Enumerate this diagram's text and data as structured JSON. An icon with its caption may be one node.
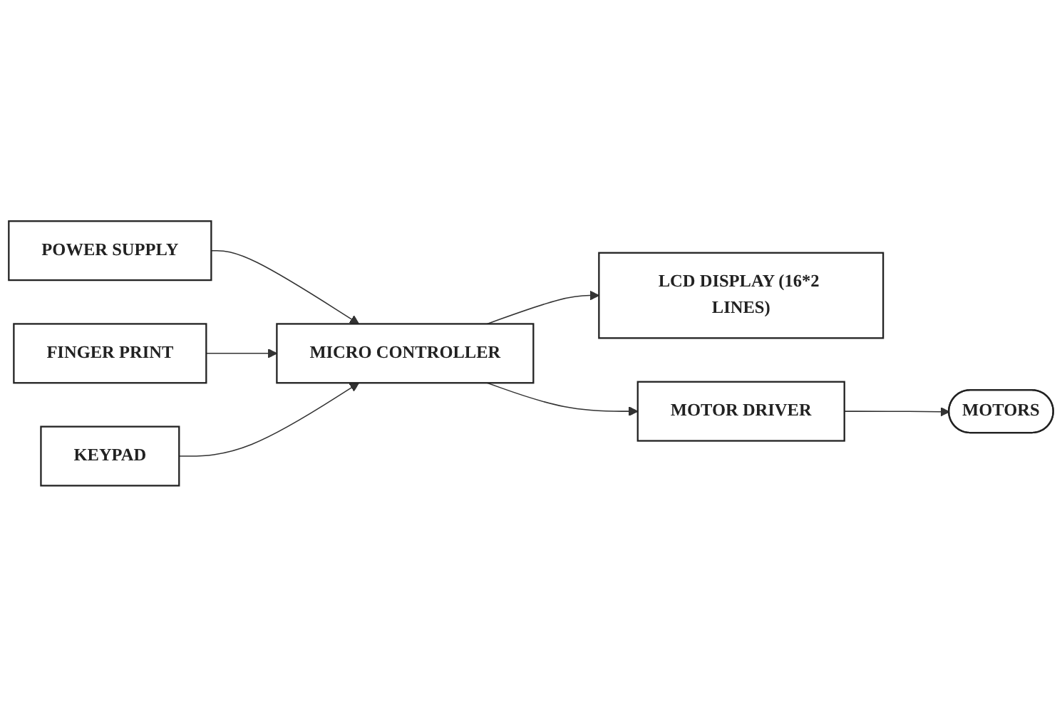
{
  "diagram": {
    "nodes": [
      {
        "text": [
          "POWER SUPPLY"
        ]
      },
      {
        "text": [
          "FINGER PRINT"
        ]
      },
      {
        "text": [
          "MICRO CONTROLLER"
        ]
      },
      {
        "text": [
          "LCD DISPLAY (16*2 LINES)"
        ]
      },
      {
        "text": [
          "KEYPAD"
        ]
      },
      {
        "text": [
          "MOTOR DRIVER"
        ]
      },
      {
        "text": [
          "MOTORS"
        ]
      }
    ],
    "edges": [
      {
        "from": 0,
        "to": 2,
        "arrow": "to"
      },
      {
        "from": 1,
        "to": 2,
        "arrow": "to"
      },
      {
        "from": 2,
        "to": 3,
        "arrow": "to"
      },
      {
        "from": 4,
        "to": 2,
        "arrow": "to"
      },
      {
        "from": 2,
        "to": 5,
        "arrow": "to"
      },
      {
        "from": 5,
        "to": 6,
        "arrow": "to"
      }
    ]
  }
}
